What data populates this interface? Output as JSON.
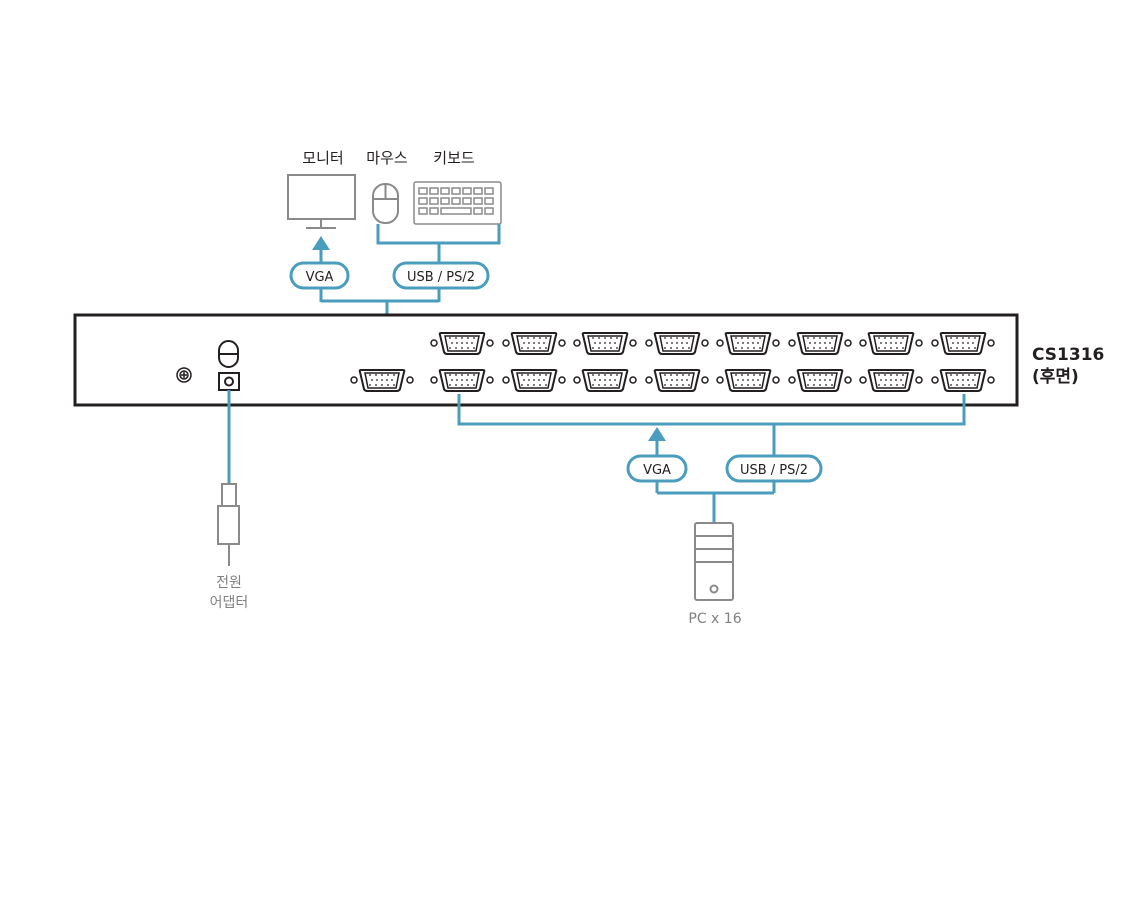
{
  "console": {
    "monitor": "모니터",
    "mouse": "마우스",
    "keyboard": "키보드",
    "video_cable": "VGA",
    "input_cable": "USB / PS/2"
  },
  "device": {
    "model": "CS1316",
    "view": "(후면)"
  },
  "power": {
    "label_line1": "전원",
    "label_line2": "어댑터"
  },
  "computers": {
    "video_cable": "VGA",
    "input_cable": "USB / PS/2",
    "label": "PC x 16"
  },
  "colors": {
    "cable": "#4a9dbd",
    "outline": "#231f20",
    "peripheral": "#8a8a8a"
  }
}
